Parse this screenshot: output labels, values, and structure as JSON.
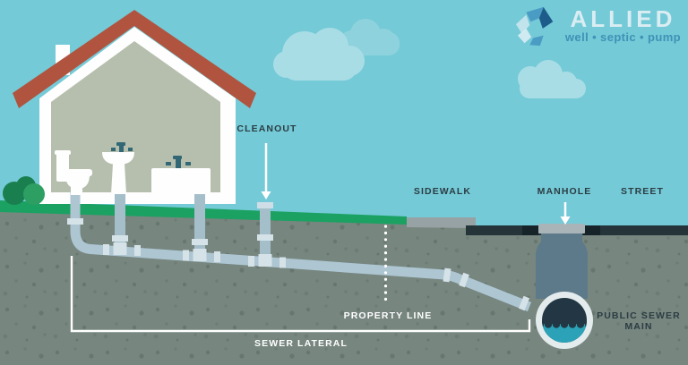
{
  "logo": {
    "name": "ALLIED",
    "tagline": "well • septic • pump"
  },
  "labels": {
    "cleanout": "CLEANOUT",
    "sidewalk": "SIDEWALK",
    "manhole": "MANHOLE",
    "street": "STREET",
    "property_line": "PROPERTY LINE",
    "sewer_lateral": "SEWER LATERAL",
    "public_sewer_main_line1": "PUBLIC SEWER",
    "public_sewer_main_line2": "MAIN"
  },
  "icons": {
    "logo_icon": "recycle-arrows-icon",
    "cleanout_arrow": "arrow-down-icon",
    "manhole_arrow": "arrow-down-icon",
    "property_line_marker": "dotted-vertical-line",
    "sewer_lateral_marker": "range-bracket"
  },
  "colors": {
    "sky": "#74cad7",
    "cloud_light": "#a9dde6",
    "cloud_medium": "#8ed2dd",
    "grass": "#1ba162",
    "bush_dark": "#1a7f4f",
    "bush_light": "#2d9f63",
    "soil": "#77867f",
    "soil_speckle": "#5a6a64",
    "sidewalk": "#97a2a4",
    "street": "#243439",
    "manhole_cover": "#a9b4b8",
    "manhole_shaft": "#5d7a8a",
    "house_white": "#fdfefd",
    "house_interior": "#b6bfad",
    "roof": "#b0543f",
    "fixture_accent": "#326876",
    "pipe": "#adc6d2",
    "pipe_vertical": "#a5bfca",
    "pipe_fitting": "#d5e3e9",
    "sewer_ring": "#e3ebed",
    "sewer_interior": "#223743",
    "sewer_water": "#2ba2b8",
    "label_dark": "#2c3d43",
    "label_light": "#ffffff",
    "logo_text": "#d9edf2",
    "logo_tagline": "#4092b6"
  }
}
